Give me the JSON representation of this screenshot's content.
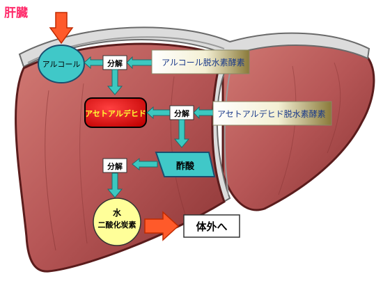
{
  "title": "肝臓",
  "nodes": {
    "alcohol": "アルコール",
    "acetaldehyde": "アセトアルデヒド",
    "acetic_acid": "酢酸",
    "co2_water_top": "水",
    "co2_water_bottom": "二酸化炭素",
    "outside": "体外へ"
  },
  "enzymes": {
    "adh": "アルコール脱水素酵素",
    "aldh": "アセトアルデヒド脱水素酵素"
  },
  "steps": {
    "decompose1": "分解",
    "decompose2": "分解",
    "decompose3": "分解"
  },
  "colors": {
    "title": "#ff2a6a",
    "arrow_cyan": "#3cc8c0",
    "arrow_orange": "#ff5a2a",
    "alcohol_fill": "#40c8c8",
    "acetaldehyde_fill": "#e00000",
    "acetaldehyde_text": "#ffff33",
    "acetic_fill": "#40c8c8",
    "co2_fill": "#ffff99",
    "liver": "#b85858",
    "liver_dark": "#6e2424",
    "membrane": "#d8d8d8"
  }
}
